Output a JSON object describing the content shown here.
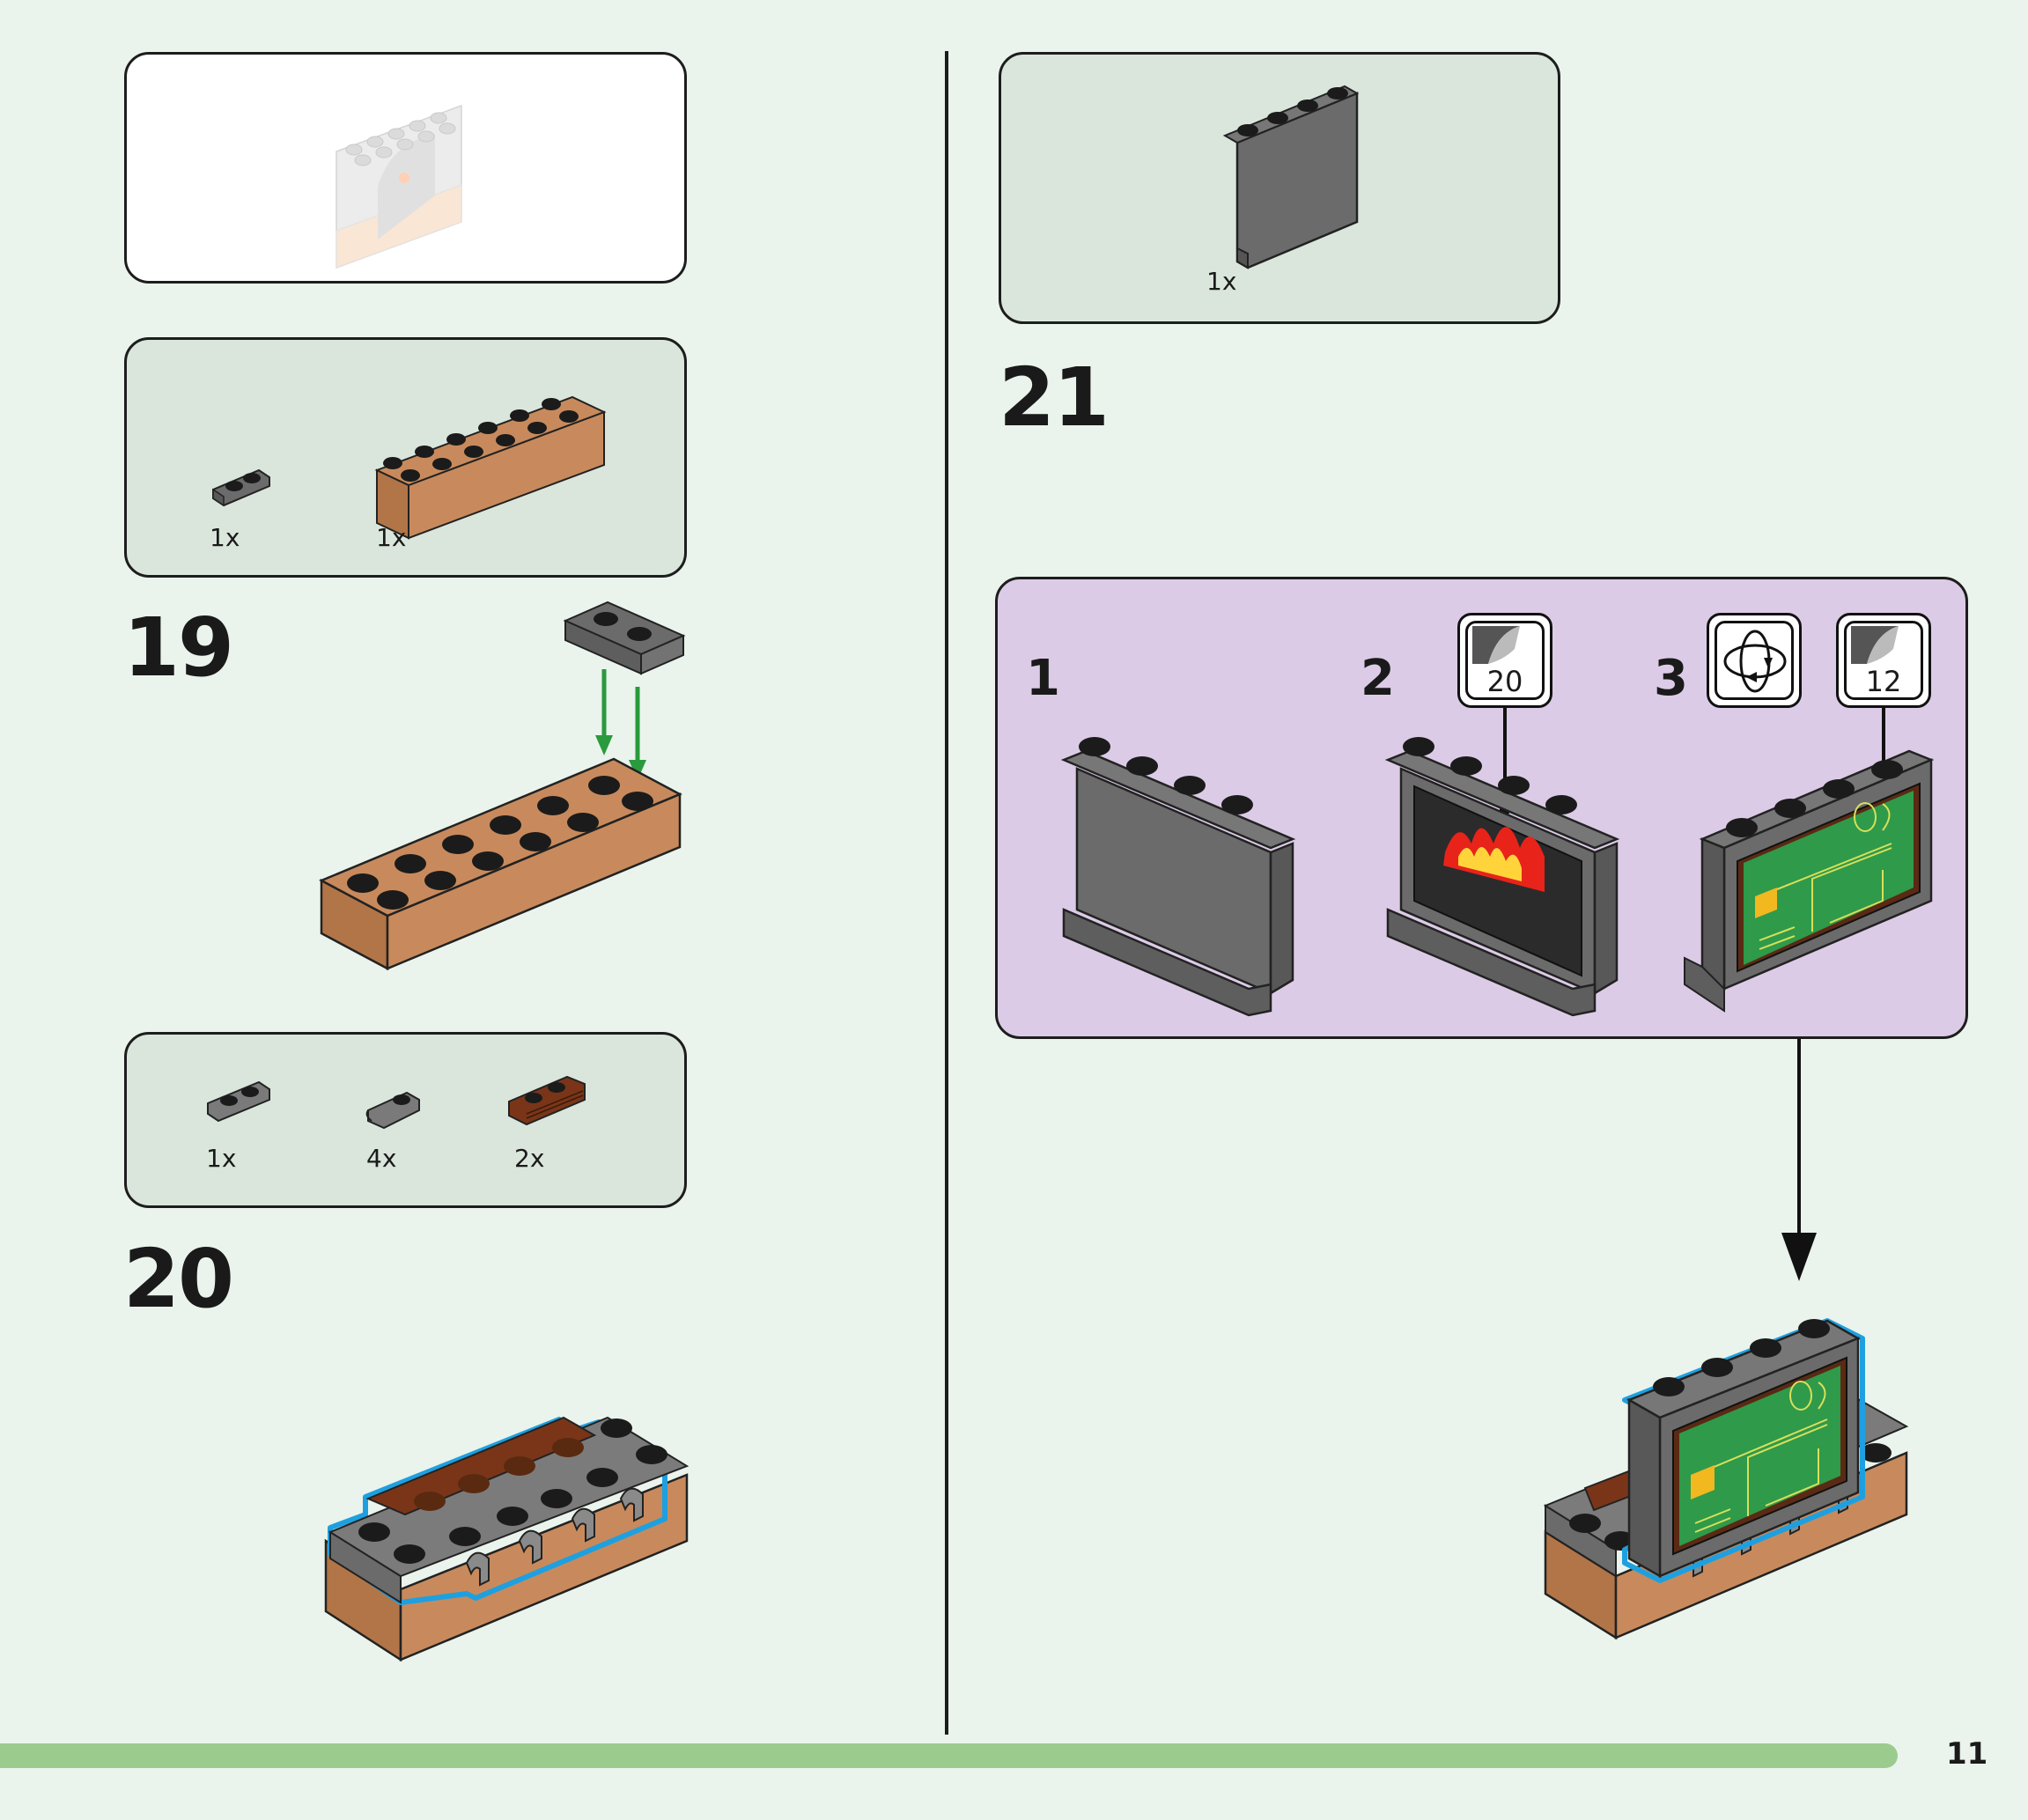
{
  "page": {
    "number": "11",
    "progress_color": "#9bcc8e",
    "background_color": "#eaf4ec"
  },
  "left_column": {
    "preview": {
      "label": "previous-assembly-preview"
    },
    "step19": {
      "number": "19",
      "parts": [
        {
          "name": "plate 1x2 dark grey",
          "qty": "1x",
          "color": "#6b6b6b"
        },
        {
          "name": "brick 2x6 medium nougat",
          "qty": "1x",
          "color": "#c88a5c"
        }
      ]
    },
    "step20": {
      "number": "20",
      "parts": [
        {
          "name": "plate 1x2 dark grey",
          "qty": "1x",
          "color": "#6b6b6b"
        },
        {
          "name": "plate 1x1 with clip dark grey",
          "qty": "4x",
          "color": "#6b6b6b"
        },
        {
          "name": "plate 1x2 with rail reddish brown",
          "qty": "2x",
          "color": "#7a3518"
        }
      ]
    }
  },
  "right_column": {
    "step21": {
      "number": "21",
      "parts": [
        {
          "name": "panel 1x4x3 dark grey",
          "qty": "1x",
          "color": "#6b6b6b"
        }
      ],
      "subassembly": {
        "background": "#dccbe6",
        "substeps": [
          {
            "number": "1",
            "description": "panel"
          },
          {
            "number": "2",
            "description": "apply sticker",
            "sticker_number": "20",
            "sticker_art": "fireplace flames"
          },
          {
            "number": "3",
            "description": "rotate model, apply sticker",
            "rotate_icon": "rotate-model-icon",
            "sticker_number": "12",
            "sticker_art": "green blueprint"
          }
        ]
      }
    }
  },
  "colors": {
    "highlight_outline": "#1ea0e0",
    "arrow_green": "#2a9a3e",
    "brick_brown": "#c88a5c",
    "plate_grey": "#6b6b6b",
    "stud_black": "#1b1b1b"
  }
}
